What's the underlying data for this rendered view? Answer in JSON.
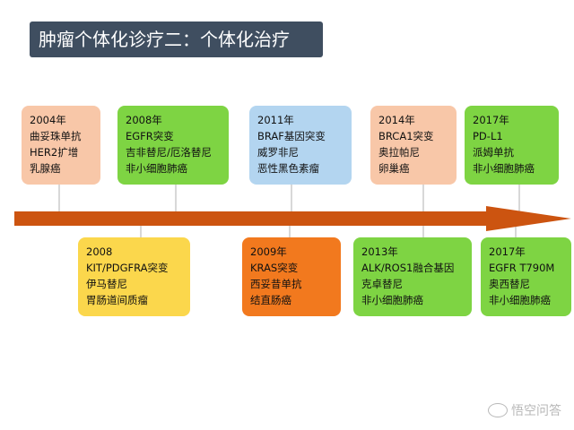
{
  "title": "肿瘤个体化诊疗二：个体化治疗",
  "colors": {
    "title_bg": "#3f4e60",
    "arrow": "#cc5410",
    "peach": "#f8c7a8",
    "green": "#7ed443",
    "blue": "#b3d5f0",
    "yellow": "#fbd74c",
    "orange": "#f2791e",
    "tick": "#b0b0b0"
  },
  "milestones": [
    {
      "year": "2004年",
      "lines": [
        "曲妥珠单抗",
        "HER2扩增",
        "乳腺癌"
      ],
      "color": "peach"
    },
    {
      "year": "2008年",
      "lines": [
        "EGFR突变",
        "吉非替尼/厄洛替尼",
        "非小细胞肺癌"
      ],
      "color": "green"
    },
    {
      "year": "2011年",
      "lines": [
        "BRAF基因突变",
        "威罗非尼",
        "恶性黑色素瘤"
      ],
      "color": "blue"
    },
    {
      "year": "2014年",
      "lines": [
        "BRCA1突变",
        "奥拉帕尼",
        "卵巢癌"
      ],
      "color": "peach"
    },
    {
      "year": "2017年",
      "lines": [
        "PD-L1",
        "派姆单抗",
        "非小细胞肺癌"
      ],
      "color": "green"
    },
    {
      "year": "2008",
      "lines": [
        "KIT/PDGFRA突变",
        "伊马替尼",
        "胃肠道间质瘤"
      ],
      "color": "yellow"
    },
    {
      "year": "2009年",
      "lines": [
        "KRAS突变",
        "西妥昔单抗",
        "结直肠癌"
      ],
      "color": "orange"
    },
    {
      "year": "2013年",
      "lines": [
        "ALK/ROS1融合基因",
        "克卓替尼",
        "非小细胞肺癌"
      ],
      "color": "green"
    },
    {
      "year": "2017年",
      "lines": [
        "EGFR T790M",
        "奥西替尼",
        "非小细胞肺癌"
      ],
      "color": "green"
    }
  ],
  "watermark": {
    "text": "悟空问答",
    "icon": "wukong-logo-icon"
  }
}
